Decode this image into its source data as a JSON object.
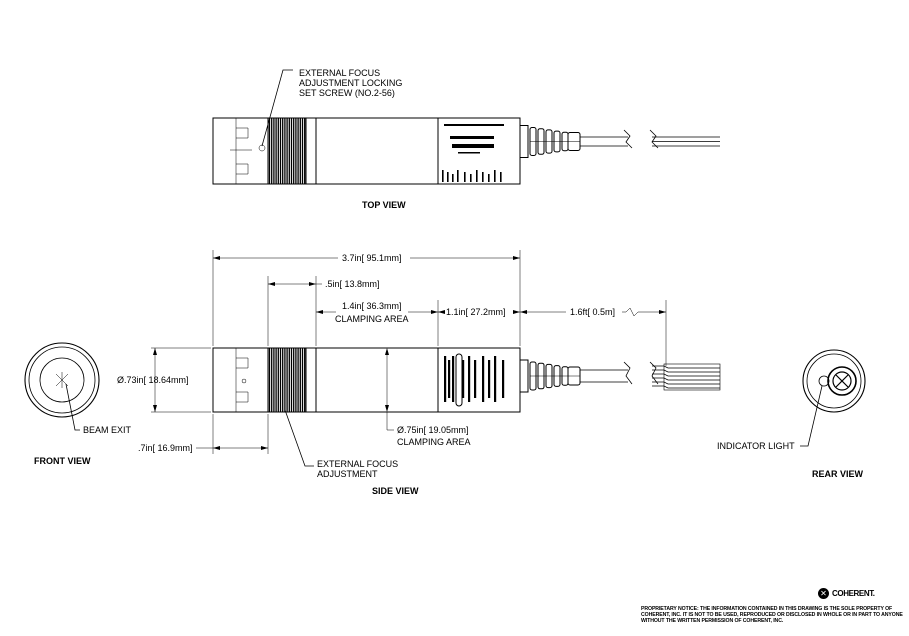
{
  "views": {
    "top": "TOP VIEW",
    "side": "SIDE VIEW",
    "front": "FRONT VIEW",
    "rear": "REAR VIEW"
  },
  "callouts": {
    "set_screw": [
      "EXTERNAL FOCUS",
      "ADJUSTMENT LOCKING",
      "SET SCREW (NO.2-56)"
    ],
    "focus_adjust": [
      "EXTERNAL FOCUS",
      "ADJUSTMENT"
    ],
    "beam_exit": "BEAM EXIT",
    "indicator_light": "INDICATOR LIGHT"
  },
  "dimensions": {
    "overall_length": "3.7in[ 95.1mm]",
    "focus_ring_offset": ".5in[ 13.8mm]",
    "clamping_length": "1.4in[ 36.3mm]",
    "clamping_length_label": "CLAMPING AREA",
    "rear_section": "1.1in[ 27.2mm]",
    "cable_length": "1.6ft[ 0.5m]",
    "body_diameter": "Ø.73in[ 18.64mm]",
    "clamp_diameter": "Ø.75in[ 19.05mm]",
    "clamp_diameter_label": "CLAMPING AREA",
    "nose_length": ".7in[ 16.9mm]"
  },
  "brand": {
    "name": "COHERENT.",
    "notice": "PROPRIETARY NOTICE: THE INFORMATION CONTAINED IN THIS DRAWING IS THE SOLE PROPERTY OF COHERENT, INC. IT IS NOT TO BE USED, REPRODUCED OR DISCLOSED IN WHOLE OR IN PART TO ANYONE WITHOUT THE WRITTEN PERMISSION OF COHERENT, INC."
  }
}
